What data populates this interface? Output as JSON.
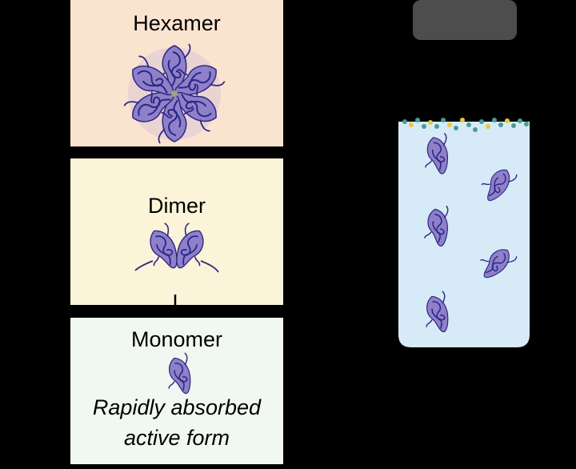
{
  "stages": {
    "hexamer": "Hexamer",
    "dimer": "Dimer",
    "monomer": "Monomer"
  },
  "caption": {
    "line1": "Rapidly absorbed",
    "line2": "active form"
  },
  "colors": {
    "background": "#000000",
    "hexamer_panel": "#fbe4cf",
    "dimer_panel": "#fbf4d8",
    "monomer_panel": "#f1f8f1",
    "protein_fill": "#8e80c9",
    "protein_line": "#2e2784",
    "liquid": "#d6ebf7",
    "cap": "#4d4d4d",
    "sediment_teal": "#4e9a94",
    "sediment_yellow": "#e6c944"
  },
  "icons": {
    "hexamer": "hexamer-protein-icon",
    "dimer": "dimer-protein-icon",
    "monomer": "monomer-protein-icon",
    "vial": "vial-icon"
  }
}
